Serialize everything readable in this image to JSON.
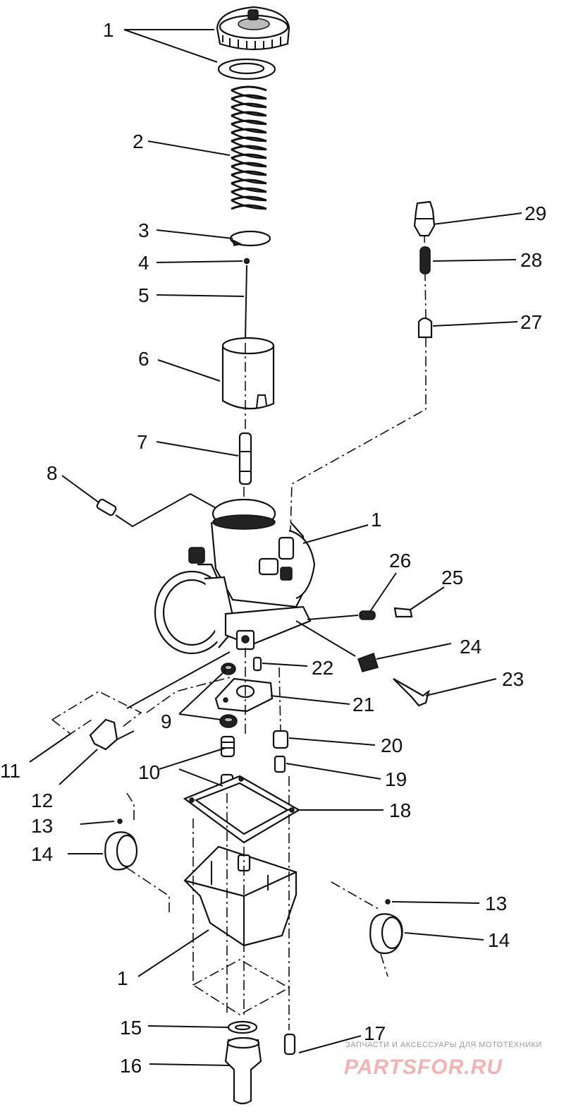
{
  "labels": {
    "l1a": "1",
    "l1b": "1",
    "l1c": "1",
    "l2": "2",
    "l3": "3",
    "l4": "4",
    "l5": "5",
    "l6": "6",
    "l7": "7",
    "l8": "8",
    "l9": "9",
    "l10": "10",
    "l11": "11",
    "l12": "12",
    "l13a": "13",
    "l13b": "13",
    "l14a": "14",
    "l14b": "14",
    "l15": "15",
    "l16": "16",
    "l17": "17",
    "l18": "18",
    "l19": "19",
    "l20": "20",
    "l21": "21",
    "l22": "22",
    "l23": "23",
    "l24": "24",
    "l25": "25",
    "l26": "26",
    "l27": "27",
    "l28": "28",
    "l29": "29"
  },
  "watermark": {
    "tagline": "ЗАПЧАСТИ И АКСЕССУАРЫ ДЛЯ МОТОТЕХНИКИ",
    "brand": "PARTSFOR.RU"
  }
}
